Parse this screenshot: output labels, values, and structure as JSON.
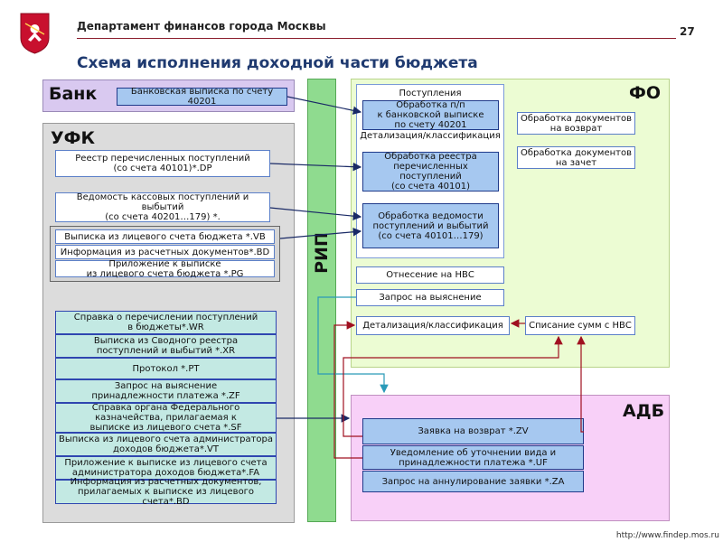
{
  "header": {
    "department": "Департамент финансов города Москвы",
    "page_number": "27",
    "title": "Схема исполнения доходной части бюджета"
  },
  "footer": {
    "url": "http://www.findep.mos.ru"
  },
  "regions": {
    "bank": "Банк",
    "ufk": "УФК",
    "rip": "РИП",
    "fo": "ФО",
    "adb": "АДБ"
  },
  "bank": {
    "statement": "Банковская выписка по счету 40201"
  },
  "ufk": {
    "registry": "Реестр перечисленных поступлений\n(со счета 40101)*.DP",
    "cash_sheet": "Ведомость кассовых поступлений и выбытий\n(со счета 40201…179) *.",
    "extract_vb": "Выписка из лицевого счета бюджета *.VB",
    "info_bd": "Информация из расчетных документов*.BD",
    "appendix_pg": "Приложение к выписке\nиз лицевого счета бюджета *.PG",
    "reference_wr": "Справка о перечислении поступлений\nв бюджеты*.WR",
    "extract_xr": "Выписка из Сводного реестра\nпоступлений и выбытий *.XR",
    "protocol_pt": "Протокол *.PT",
    "request_zf": "Запрос на выяснение\nпринадлежности платежа *.ZF",
    "reference_sf": "Справка органа Федерального\nказначейства, прилагаемая к\nвыписке из лицевого счета *.SF",
    "extract_vt": "Выписка из лицевого счета администратора\nдоходов бюджета*.VT",
    "appendix_fa": "Приложение к выписке из лицевого счета\nадминистратора доходов бюджета*.FA",
    "info_bd2": "Информация из расчетных документов,\nприлагаемых к выписке из лицевого счета*.BD"
  },
  "fo": {
    "receipts": "Поступления",
    "processing_pp": "Обработка п/п\nк банковской выписке\nпо счету 40201",
    "detail_top": "Детализация/классификация",
    "processing_registry": "Обработка реестра\nперечисленных поступлений\n(со счета 40101)",
    "processing_sheet": "Обработка ведомости\nпоступлений и выбытий\n(со счета 40101…179)",
    "assign_nvs": "Отнесение на НВС",
    "request_clarify": "Запрос на выяснение",
    "detail_bottom": "Детализация/классификация",
    "writeoff_nvs": "Списание сумм с НВС",
    "refund_docs": "Обработка документов\nна возврат",
    "offset_docs": "Обработка документов\nна зачет"
  },
  "adb": {
    "refund_zv": "Заявка на возврат *.ZV",
    "notice_uf": "Уведомление об уточнении вида и\nпринадлежности платежа *.UF",
    "cancel_za": "Запрос на аннулирование заявки *.ZA"
  },
  "colors": {
    "accent_title": "#1f3a70",
    "header_rule": "#8a1c2c",
    "arrow_dark": "#1a2a66",
    "arrow_red": "#a01020",
    "arrow_teal": "#2a9ab8"
  }
}
